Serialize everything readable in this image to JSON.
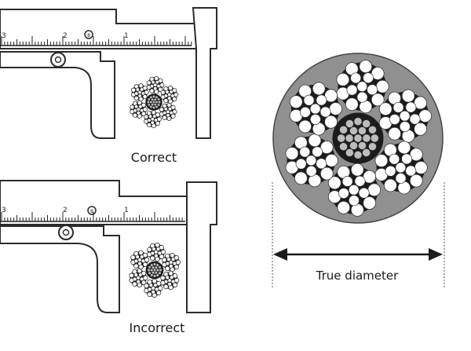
{
  "labels": {
    "correct": "Correct",
    "incorrect": "Incorrect",
    "true_diameter": "True diameter"
  },
  "scale_numbers": [
    "3",
    "2",
    "1"
  ],
  "colors": {
    "outline": "#2b2b2b",
    "caliper_fill": "#ffffff",
    "rope_body": "#909090",
    "core": "#1c1c1c",
    "wire": "#ffffff",
    "wire_outline": "#333333"
  },
  "diagram": {
    "rope_strand_count": 6,
    "wires_per_strand_ring": 9
  }
}
